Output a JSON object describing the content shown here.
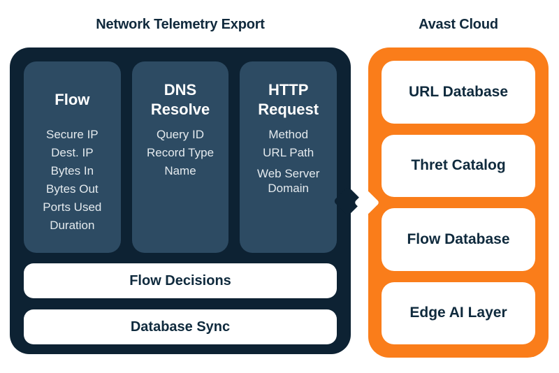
{
  "titles": {
    "left": "Network Telemetry Export",
    "right": "Avast Cloud"
  },
  "telemetry_panel": {
    "columns": [
      {
        "header": "Flow",
        "items": [
          "Secure IP",
          "Dest. IP",
          "Bytes In",
          "Bytes Out",
          "Ports Used",
          "Duration"
        ]
      },
      {
        "header": "DNS Resolve",
        "items": [
          "Query ID",
          "Record Type",
          "Name"
        ]
      },
      {
        "header": "HTTP Request",
        "items": [
          "Method",
          "URL Path",
          "Web Server Domain"
        ]
      }
    ],
    "bars": [
      "Flow Decisions",
      "Database Sync"
    ]
  },
  "cloud_panel": {
    "boxes": [
      "URL Database",
      "Thret Catalog",
      "Flow Database",
      "Edge AI Layer"
    ]
  },
  "colors": {
    "panel_dark": "#0D2233",
    "column_fill": "#2D4B63",
    "cloud_orange": "#FA7D1A",
    "text_dark_navy": "#0F2A3D",
    "text_light": "#E4EAEE",
    "box_white": "#FFFFFF"
  }
}
